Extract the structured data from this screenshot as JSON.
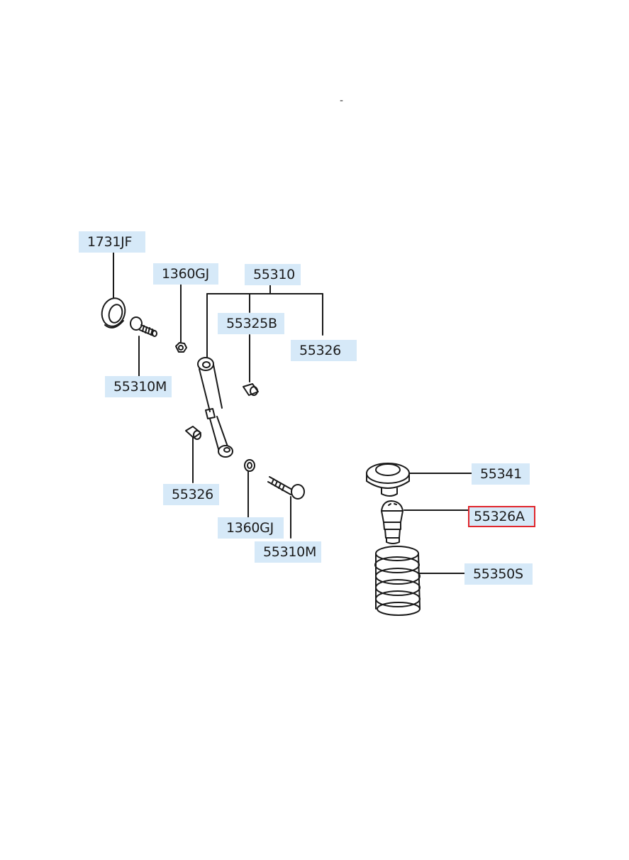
{
  "labels": {
    "l_1731JF": "1731JF",
    "l_1360GJ_top": "1360GJ",
    "l_55310": "55310",
    "l_55325B": "55325B",
    "l_55326_right": "55326",
    "l_55310M_left": "55310M",
    "l_55326_lower": "55326",
    "l_1360GJ_lower": "1360GJ",
    "l_55310M_lower": "55310M",
    "l_55341": "55341",
    "l_55326A": "55326A",
    "l_55350S": "55350S"
  },
  "highlighted_part": "55326A",
  "colors": {
    "label_bg": "#d6e9f8",
    "highlight_border": "#e0262c",
    "line": "#1a1a1a"
  },
  "top_mark": "-"
}
